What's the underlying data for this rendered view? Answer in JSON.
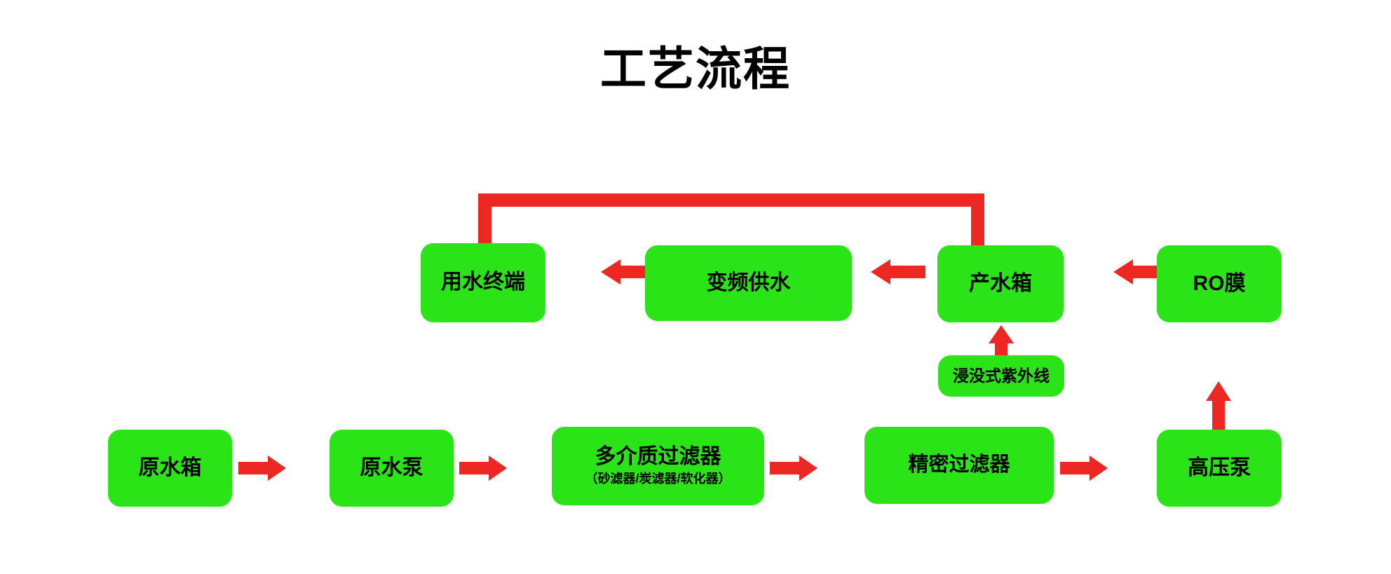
{
  "title": "工艺流程",
  "colors": {
    "node_fill": "#2BE418",
    "arrow": "#ED2724",
    "text": "#000000",
    "background": "#FFFFFF"
  },
  "nodes": {
    "water_use_terminal": {
      "label": "用水终端"
    },
    "vfd_water_supply": {
      "label": "变频供水"
    },
    "product_water_tank": {
      "label": "产水箱"
    },
    "ro_membrane": {
      "label": "RO膜"
    },
    "submerged_uv": {
      "label": "浸没式紫外线"
    },
    "raw_water_tank": {
      "label": "原水箱"
    },
    "raw_water_pump": {
      "label": "原水泵"
    },
    "multimedia_filter": {
      "label": "多介质过滤器",
      "sublabel": "（砂滤器/炭滤器/软化器）"
    },
    "precision_filter": {
      "label": "精密过滤器"
    },
    "high_pressure_pump": {
      "label": "高压泵"
    }
  },
  "flow": {
    "steps": [
      "原水箱",
      "原水泵",
      "多介质过滤器（砂滤器/炭滤器/软化器）",
      "精密过滤器",
      "高压泵",
      "RO膜",
      "产水箱",
      "变频供水",
      "用水终端"
    ],
    "return_line": "用水终端 → 产水箱",
    "side_feed": "浸没式紫外线 → 产水箱"
  },
  "arrows": {
    "raw_tank_to_raw_pump": "arrow-right",
    "raw_pump_to_multimedia": "arrow-right",
    "multimedia_to_precision": "arrow-right",
    "precision_to_high_pressure_pump": "arrow-right",
    "high_pressure_pump_to_ro": "arrow-up",
    "ro_to_product_tank": "arrow-left",
    "product_tank_to_vfd": "arrow-left",
    "vfd_to_terminal": "arrow-left",
    "uv_to_product_tank": "arrow-up",
    "terminal_to_product_tank": "return-bracket-arrow-down"
  }
}
